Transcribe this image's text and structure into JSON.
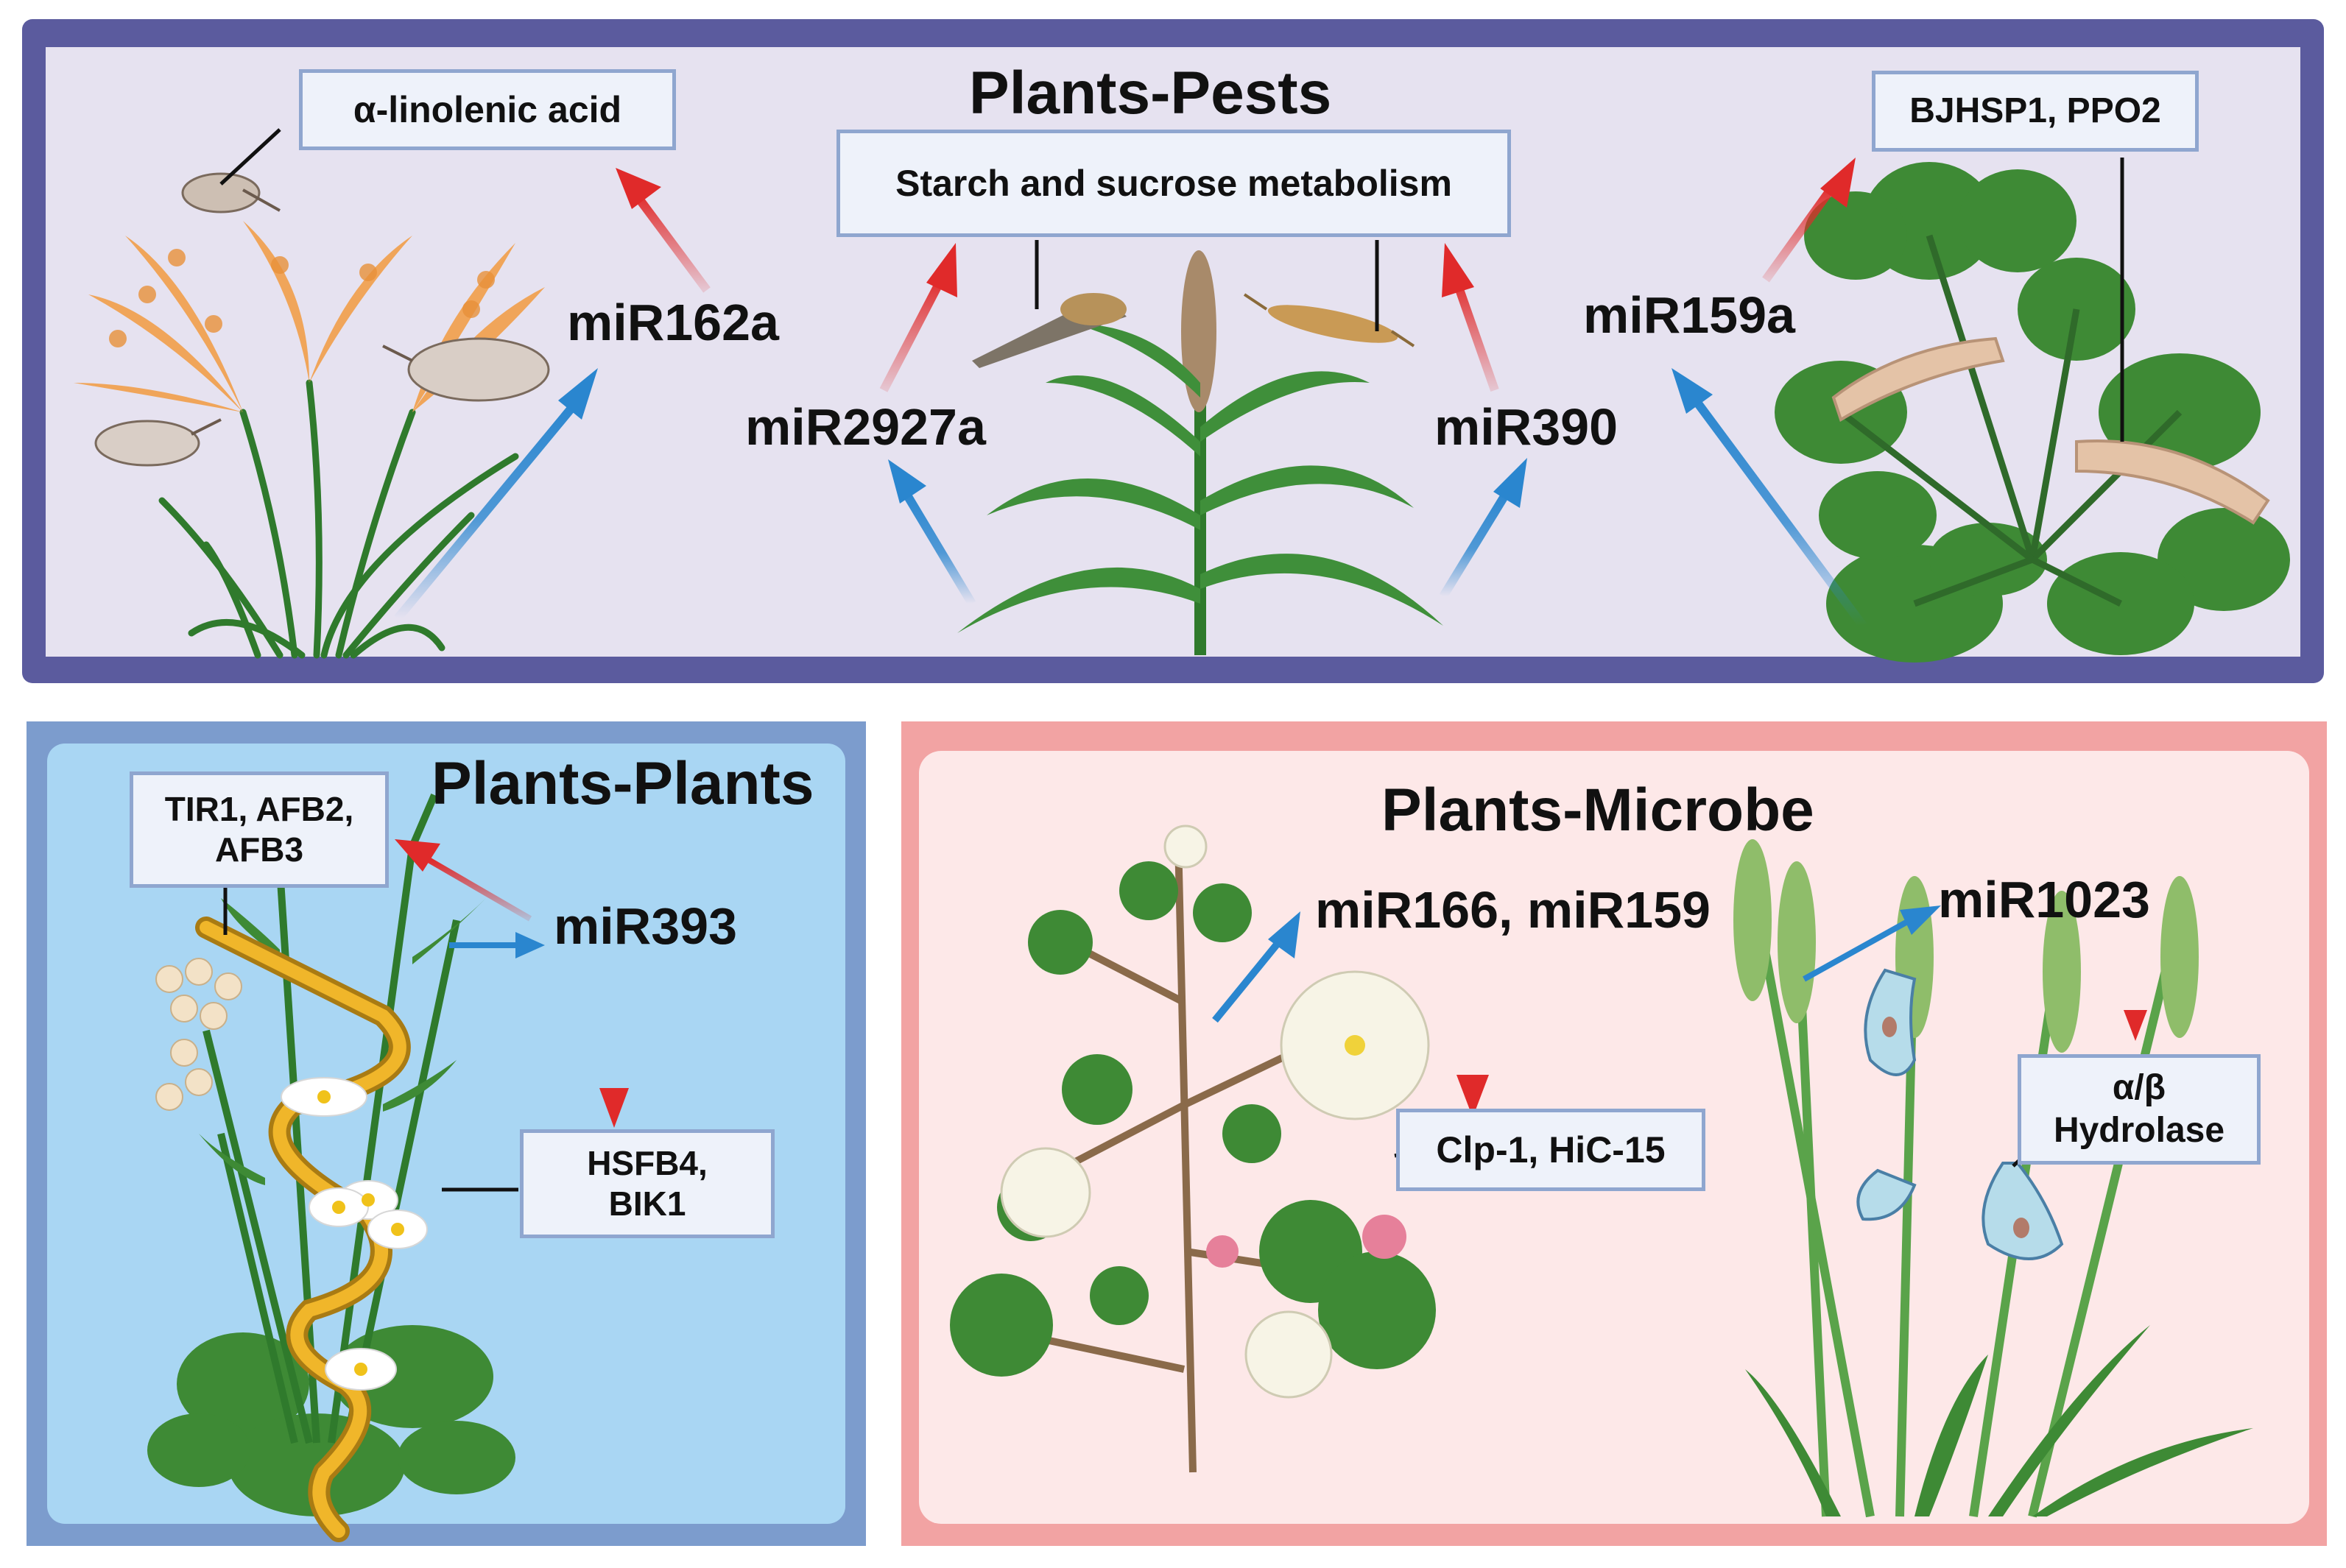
{
  "panels": {
    "pests": {
      "title": "Plants-Pests",
      "targets": {
        "linolenic": "α-linolenic acid",
        "starch": "Starch and sucrose metabolism",
        "bjhsp": "BJHSP1, PPO2"
      },
      "mirnas": {
        "mir162a": "miR162a",
        "mir2927a": "miR2927a",
        "mir390": "miR390",
        "mir159a": "miR159a"
      }
    },
    "plants": {
      "title": "Plants-Plants",
      "targets": {
        "tir1": [
          "TIR1, AFB2,",
          "AFB3"
        ],
        "hsfb4": [
          "HSFB4,",
          "BIK1"
        ]
      },
      "mirnas": {
        "mir393": "miR393"
      }
    },
    "microbe": {
      "title": "Plants-Microbe",
      "targets": {
        "clp": "Clp-1, HiC-15",
        "hydrolase": [
          "α/β",
          "Hydrolase"
        ]
      },
      "mirnas": {
        "mir166_159": "miR166, miR159",
        "mir1023": "miR1023"
      }
    }
  },
  "colors": {
    "pests_border": "#5b5b9e",
    "pests_fill": "#e6e2f0",
    "plants_border": "#7c9ccd",
    "plants_fill": "#a9d6f3",
    "microbe_border": "#f2a3a3",
    "microbe_fill": "#fde8e8",
    "arrow_red": "#e02a2a",
    "arrow_blue": "#2a86cf",
    "leaf_green": "#3f8f3a",
    "stem_green": "#2f7a2c"
  }
}
